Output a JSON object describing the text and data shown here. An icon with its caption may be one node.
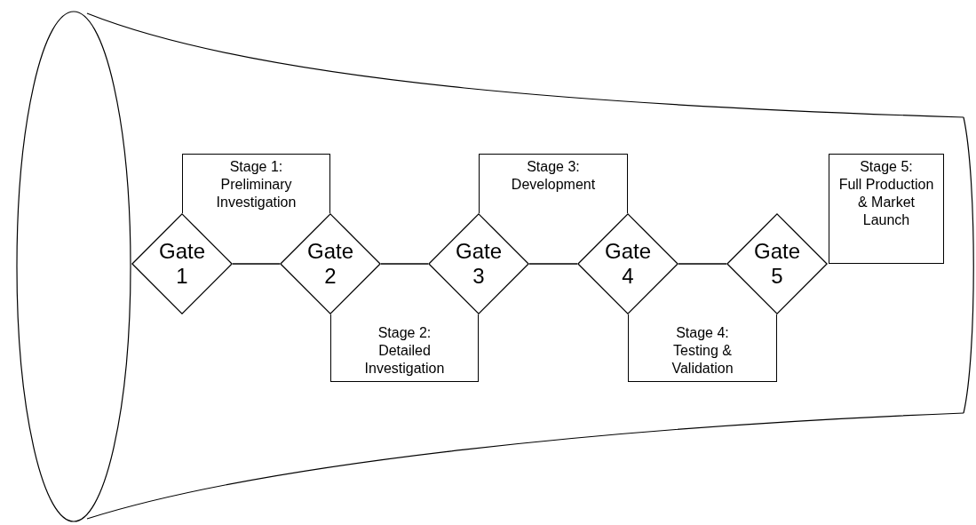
{
  "diagram": {
    "nodes": [
      {
        "text": [
          "Gate 1"
        ]
      },
      {
        "text": [
          "Stage 1:",
          "Preliminary Investigation"
        ]
      },
      {
        "text": [
          "Gate 2"
        ]
      },
      {
        "text": [
          "Stage 2:",
          "Detailed Investigation"
        ]
      },
      {
        "text": [
          "Gate 3"
        ]
      },
      {
        "text": [
          "Stage 3:",
          "Development"
        ]
      },
      {
        "text": [
          "Gate 4"
        ]
      },
      {
        "text": [
          "Stage 4:",
          "Testing & Validation"
        ]
      },
      {
        "text": [
          "Gate 5"
        ]
      },
      {
        "text": [
          "Stage 5:",
          "Full Production & Market Launch"
        ]
      }
    ],
    "edges": [
      {
        "from": 0,
        "to": 2,
        "arrow": "none"
      },
      {
        "from": 2,
        "to": 4,
        "arrow": "none"
      },
      {
        "from": 4,
        "to": 6,
        "arrow": "none"
      },
      {
        "from": 6,
        "to": 8,
        "arrow": "none"
      }
    ]
  }
}
